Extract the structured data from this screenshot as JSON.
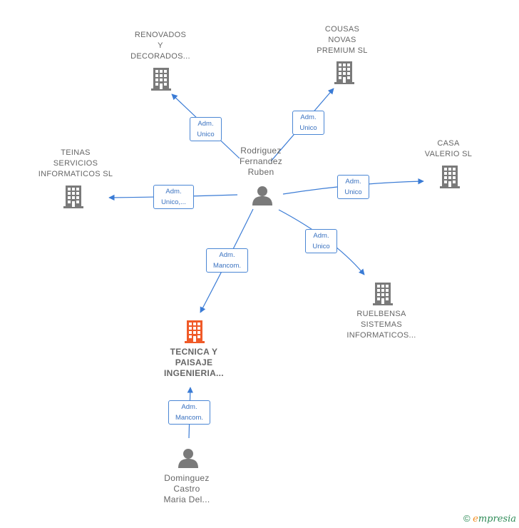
{
  "colors": {
    "edge": "#3a7bd5",
    "building": "#7a7a7a",
    "focus_building": "#f05a28",
    "person": "#7a7a7a"
  },
  "nodes": {
    "renovados": "RENOVADOS\nY\nDECORADOS...",
    "cousas": "COUSAS\nNOVAS\nPREMIUM  SL",
    "casa_valerio": "CASA\nVALERIO  SL",
    "teinas": "TEINAS\nSERVICIOS\nINFORMATICOS SL",
    "ruelbensa": "RUELBENSA\nSISTEMAS\nINFORMATICOS...",
    "tecnica": "TECNICA Y\nPAISAJE\nINGENIERIA...",
    "rodriguez": "Rodriguez\nFernandez\nRuben",
    "dominguez": "Dominguez\nCastro\nMaria Del..."
  },
  "edges": {
    "to_renovados": "Adm.\nUnico",
    "to_cousas": "Adm.\nUnico",
    "to_casa_valerio": "Adm.\nUnico",
    "to_teinas": "Adm.\nUnico,...",
    "to_ruelbensa": "Adm.\nUnico",
    "to_tecnica": "Adm.\nMancom.",
    "dominguez_to_tecnica": "Adm.\nMancom."
  },
  "footer": {
    "copyright": "©",
    "brand_initial": "e",
    "brand_rest": "mpresia"
  }
}
